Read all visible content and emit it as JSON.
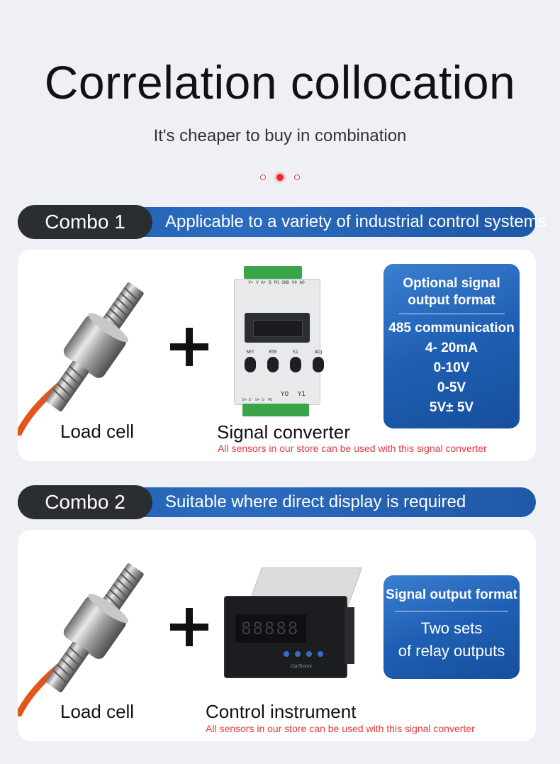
{
  "header": {
    "title": "Correlation collocation",
    "subtitle": "It's cheaper to buy in combination"
  },
  "combos": [
    {
      "pill": "Combo 1",
      "banner": "Applicable to a variety of industrial control systems",
      "left_label": "Load cell",
      "right_label": "Signal converter",
      "note": "All sensors in our store can be used with this signal converter",
      "info_title_lines": [
        "Optional signal",
        "output format"
      ],
      "info_items": [
        "485 communication",
        "4- 20mA",
        "0-10V",
        "0-5V",
        "5V± 5V"
      ],
      "device_terminals_top": "V+  V  A+  B  PG GND V0  A0",
      "device_buttons": [
        "SET",
        "RTE",
        "S1",
        "ADJ"
      ],
      "device_terminals_bottom": "E+ E- S+ S- PG",
      "device_outputs": [
        "Y0",
        "Y1"
      ]
    },
    {
      "pill": "Combo 2",
      "banner": "Suitable where direct display is required",
      "left_label": "Load cell",
      "right_label": "Control instrument",
      "note": "All sensors in our store can be used with this signal converter",
      "info_title_lines": [
        "Signal output format"
      ],
      "info_items": [
        "Two sets",
        "of relay outputs"
      ],
      "device_brand": "ConTronix"
    }
  ],
  "colors": {
    "accent_blue": "#1f5fb3",
    "pill_dark": "#2a2d32",
    "note_red": "#e23b3b",
    "cable_orange": "#e5541b"
  }
}
